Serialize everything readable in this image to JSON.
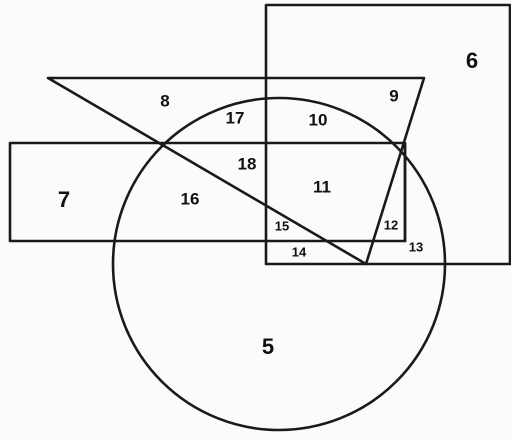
{
  "diagram": {
    "shapes": [
      "circle",
      "triangle",
      "square",
      "rectangle"
    ],
    "regions": {
      "r5": "5",
      "r6": "6",
      "r7": "7",
      "r8": "8",
      "r9": "9",
      "r10": "10",
      "r11": "11",
      "r12": "12",
      "r13": "13",
      "r14": "14",
      "r15": "15",
      "r16": "16",
      "r17": "17",
      "r18": "18"
    }
  }
}
